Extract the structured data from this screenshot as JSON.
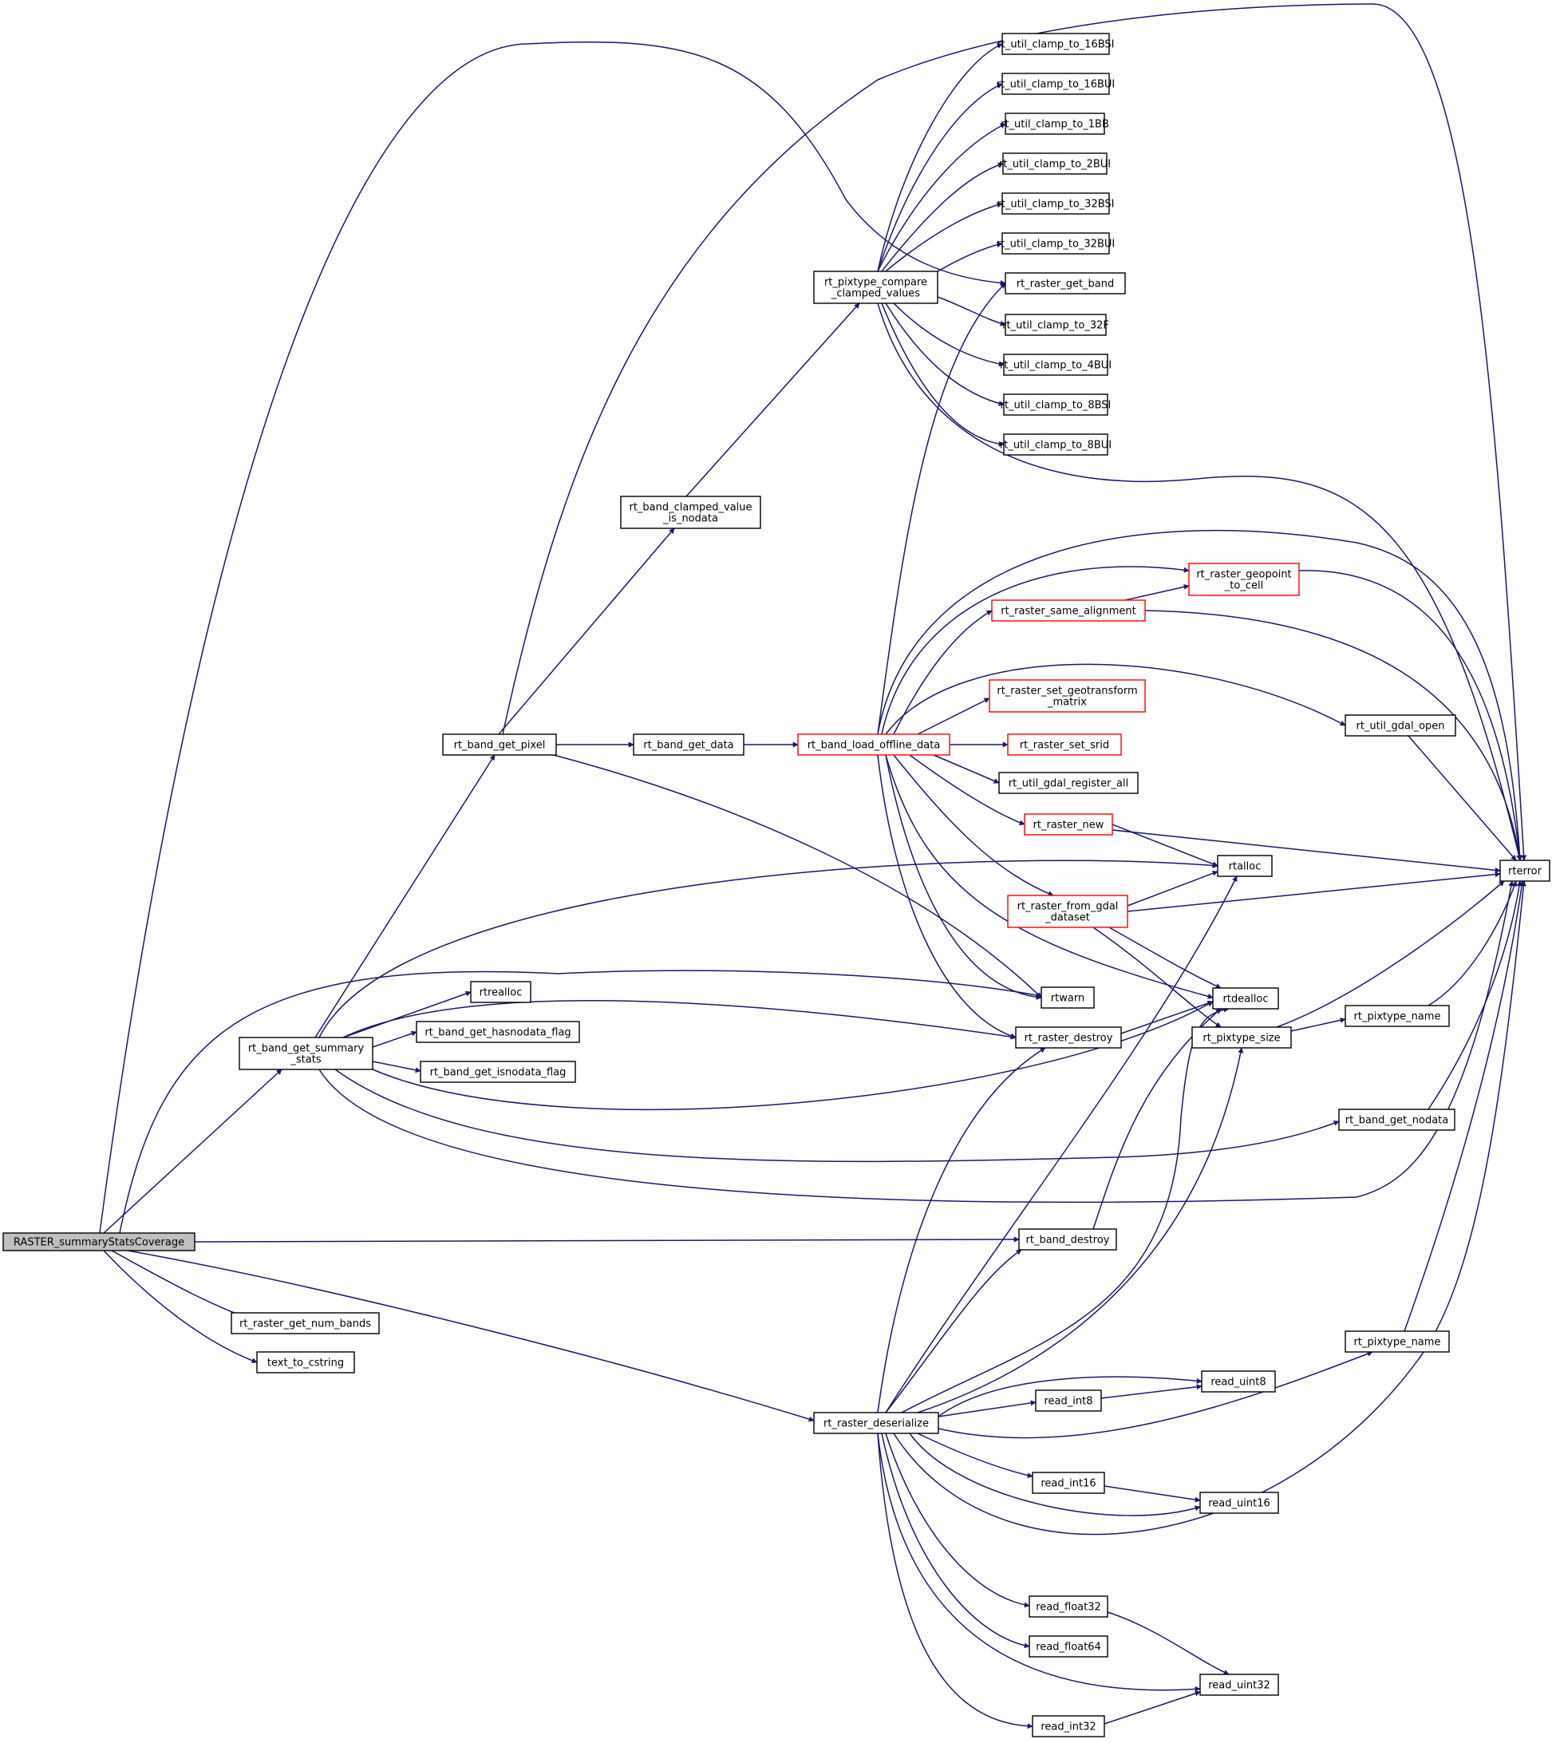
{
  "colors": {
    "edge": "#191970",
    "node_border": "#000000",
    "node_border_truncated": "#ff0000",
    "root_fill": "#bfbfbf",
    "background": "#ffffff"
  },
  "nodes": {
    "raster_summaryStatsCoverage": [
      "RASTER_summaryStatsCoverage"
    ],
    "rt_band_get_summary_stats": [
      "rt_band_get_summary",
      "_stats"
    ],
    "rt_raster_get_num_bands": [
      "rt_raster_get_num_bands"
    ],
    "text_to_cstring": [
      "text_to_cstring"
    ],
    "rt_raster_deserialize": [
      "rt_raster_deserialize"
    ],
    "rt_band_get_pixel": [
      "rt_band_get_pixel"
    ],
    "rt_band_clamped_value_is_nodata": [
      "rt_band_clamped_value",
      "_is_nodata"
    ],
    "rt_band_get_data": [
      "rt_band_get_data"
    ],
    "rt_pixtype_compare_clamped_values": [
      "rt_pixtype_compare",
      "_clamped_values"
    ],
    "rt_band_load_offline_data": [
      "rt_band_load_offline_data"
    ],
    "rtrealloc": [
      "rtrealloc"
    ],
    "rt_band_get_hasnodata_flag": [
      "rt_band_get_hasnodata_flag"
    ],
    "rt_band_get_isnodata_flag": [
      "rt_band_get_isnodata_flag"
    ],
    "rt_util_clamp_to_16BSI": [
      "rt_util_clamp_to_16BSI"
    ],
    "rt_util_clamp_to_16BUI": [
      "rt_util_clamp_to_16BUI"
    ],
    "rt_util_clamp_to_1BB": [
      "rt_util_clamp_to_1BB"
    ],
    "rt_util_clamp_to_2BUI": [
      "rt_util_clamp_to_2BUI"
    ],
    "rt_util_clamp_to_32BSI": [
      "rt_util_clamp_to_32BSI"
    ],
    "rt_util_clamp_to_32BUI": [
      "rt_util_clamp_to_32BUI"
    ],
    "rt_raster_get_band": [
      "rt_raster_get_band"
    ],
    "rt_util_clamp_to_32F": [
      "rt_util_clamp_to_32F"
    ],
    "rt_util_clamp_to_4BUI": [
      "rt_util_clamp_to_4BUI"
    ],
    "rt_util_clamp_to_8BSI": [
      "rt_util_clamp_to_8BSI"
    ],
    "rt_util_clamp_to_8BUI": [
      "rt_util_clamp_to_8BUI"
    ],
    "rt_raster_same_alignment": [
      "rt_raster_same_alignment"
    ],
    "rt_raster_set_geotransform_matrix": [
      "rt_raster_set_geotransform",
      "_matrix"
    ],
    "rt_raster_set_srid": [
      "rt_raster_set_srid"
    ],
    "rt_util_gdal_register_all": [
      "rt_util_gdal_register_all"
    ],
    "rt_raster_new": [
      "rt_raster_new"
    ],
    "rt_raster_from_gdal_dataset": [
      "rt_raster_from_gdal",
      "_dataset"
    ],
    "rtwarn": [
      "rtwarn"
    ],
    "rt_raster_destroy": [
      "rt_raster_destroy"
    ],
    "rt_band_destroy": [
      "rt_band_destroy"
    ],
    "read_int8": [
      "read_int8"
    ],
    "read_int16": [
      "read_int16"
    ],
    "read_float32": [
      "read_float32"
    ],
    "read_float64": [
      "read_float64"
    ],
    "read_int32": [
      "read_int32"
    ],
    "rt_raster_geopoint_to_cell": [
      "rt_raster_geopoint",
      "_to_cell"
    ],
    "rtalloc": [
      "rtalloc"
    ],
    "rtdealloc": [
      "rtdealloc"
    ],
    "rt_pixtype_size": [
      "rt_pixtype_size"
    ],
    "rt_util_gdal_open": [
      "rt_util_gdal_open"
    ],
    "rt_pixtype_name_1": [
      "rt_pixtype_name"
    ],
    "rt_band_get_nodata": [
      "rt_band_get_nodata"
    ],
    "rt_pixtype_name_2": [
      "rt_pixtype_name"
    ],
    "read_uint8": [
      "read_uint8"
    ],
    "read_uint16": [
      "read_uint16"
    ],
    "read_uint32": [
      "read_uint32"
    ],
    "rterror": [
      "rterror"
    ]
  }
}
